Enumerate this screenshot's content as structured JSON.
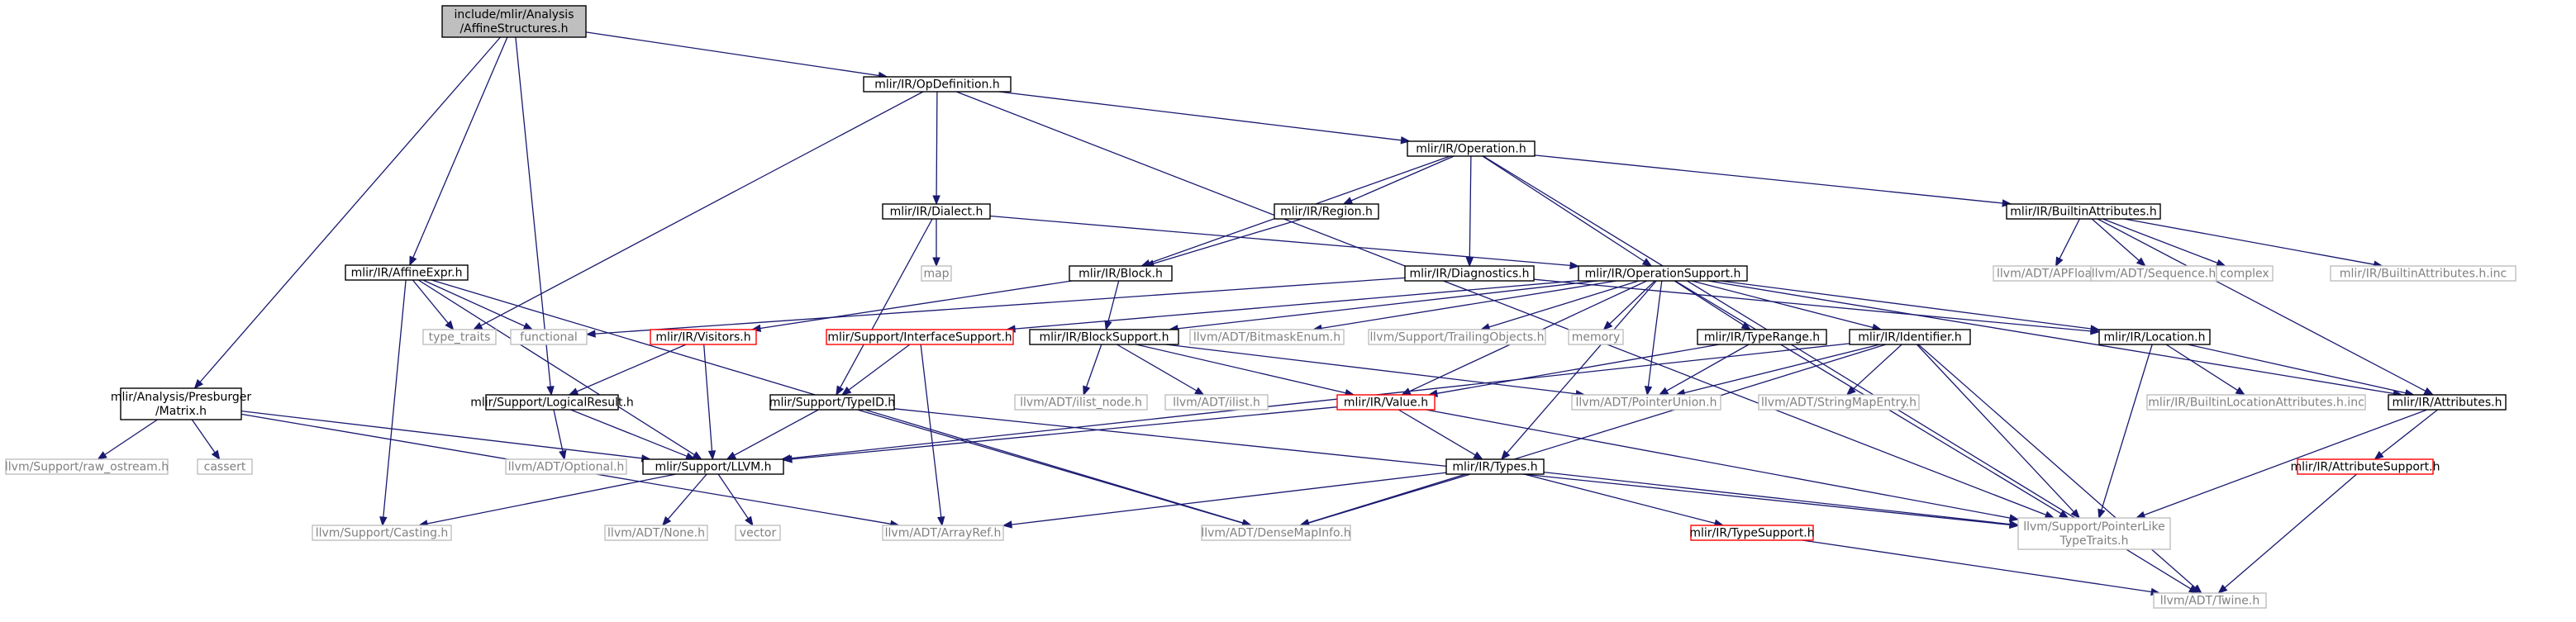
{
  "colors": {
    "edge": "#191970",
    "root_fill": "#bfbfbf",
    "documented_border": "#000000",
    "incomplete_border": "#ff0000",
    "external_border": "#bfbfbf",
    "external_text": "#808080"
  },
  "graph": {
    "nodes": [
      {
        "id": "root",
        "lines": [
          "include/mlir/Analysis",
          "/AffineStructures.h"
        ],
        "kind": "root"
      },
      {
        "id": "opdef",
        "lines": [
          "mlir/IR/OpDefinition.h"
        ],
        "kind": "black"
      },
      {
        "id": "presb",
        "lines": [
          "mlir/Analysis/Presburger",
          "/Matrix.h"
        ],
        "kind": "black"
      },
      {
        "id": "affexpr",
        "lines": [
          "mlir/IR/AffineExpr.h"
        ],
        "kind": "black"
      },
      {
        "id": "logres",
        "lines": [
          "mlir/Support/LogicalResult.h"
        ],
        "kind": "black"
      },
      {
        "id": "operation",
        "lines": [
          "mlir/IR/Operation.h"
        ],
        "kind": "black"
      },
      {
        "id": "dialect",
        "lines": [
          "mlir/IR/Dialect.h"
        ],
        "kind": "black"
      },
      {
        "id": "region",
        "lines": [
          "mlir/IR/Region.h"
        ],
        "kind": "black"
      },
      {
        "id": "builtinattr",
        "lines": [
          "mlir/IR/BuiltinAttributes.h"
        ],
        "kind": "black"
      },
      {
        "id": "map",
        "lines": [
          "map"
        ],
        "kind": "gray"
      },
      {
        "id": "block",
        "lines": [
          "mlir/IR/Block.h"
        ],
        "kind": "black"
      },
      {
        "id": "diag",
        "lines": [
          "mlir/IR/Diagnostics.h"
        ],
        "kind": "black"
      },
      {
        "id": "opsupport",
        "lines": [
          "mlir/IR/OperationSupport.h"
        ],
        "kind": "black"
      },
      {
        "id": "apfloat",
        "lines": [
          "llvm/ADT/APFloat.h"
        ],
        "kind": "gray"
      },
      {
        "id": "sequence",
        "lines": [
          "llvm/ADT/Sequence.h"
        ],
        "kind": "gray"
      },
      {
        "id": "complex",
        "lines": [
          "complex"
        ],
        "kind": "gray"
      },
      {
        "id": "builtininc",
        "lines": [
          "mlir/IR/BuiltinAttributes.h.inc"
        ],
        "kind": "gray"
      },
      {
        "id": "typetraits",
        "lines": [
          "type_traits"
        ],
        "kind": "gray"
      },
      {
        "id": "functional",
        "lines": [
          "functional"
        ],
        "kind": "gray"
      },
      {
        "id": "visitors",
        "lines": [
          "mlir/IR/Visitors.h"
        ],
        "kind": "red"
      },
      {
        "id": "ifsupport",
        "lines": [
          "mlir/Support/InterfaceSupport.h"
        ],
        "kind": "red"
      },
      {
        "id": "blocksupport",
        "lines": [
          "mlir/IR/BlockSupport.h"
        ],
        "kind": "black"
      },
      {
        "id": "bitmask",
        "lines": [
          "llvm/ADT/BitmaskEnum.h"
        ],
        "kind": "gray"
      },
      {
        "id": "trailing",
        "lines": [
          "llvm/Support/TrailingObjects.h"
        ],
        "kind": "gray"
      },
      {
        "id": "memory",
        "lines": [
          "memory"
        ],
        "kind": "gray"
      },
      {
        "id": "typerange",
        "lines": [
          "mlir/IR/TypeRange.h"
        ],
        "kind": "black"
      },
      {
        "id": "identifier",
        "lines": [
          "mlir/IR/Identifier.h"
        ],
        "kind": "black"
      },
      {
        "id": "location",
        "lines": [
          "mlir/IR/Location.h"
        ],
        "kind": "black"
      },
      {
        "id": "rawostream",
        "lines": [
          "llvm/Support/raw_ostream.h"
        ],
        "kind": "gray"
      },
      {
        "id": "cassert",
        "lines": [
          "cassert"
        ],
        "kind": "gray"
      },
      {
        "id": "typeid",
        "lines": [
          "mlir/Support/TypeID.h"
        ],
        "kind": "black"
      },
      {
        "id": "ilistnode",
        "lines": [
          "llvm/ADT/ilist_node.h"
        ],
        "kind": "gray"
      },
      {
        "id": "ilist",
        "lines": [
          "llvm/ADT/ilist.h"
        ],
        "kind": "gray"
      },
      {
        "id": "value",
        "lines": [
          "mlir/IR/Value.h"
        ],
        "kind": "red"
      },
      {
        "id": "ptrunion",
        "lines": [
          "llvm/ADT/PointerUnion.h"
        ],
        "kind": "gray"
      },
      {
        "id": "stringmap",
        "lines": [
          "llvm/ADT/StringMapEntry.h"
        ],
        "kind": "gray"
      },
      {
        "id": "builtinloc",
        "lines": [
          "mlir/IR/BuiltinLocationAttributes.h.inc"
        ],
        "kind": "gray"
      },
      {
        "id": "attributes",
        "lines": [
          "mlir/IR/Attributes.h"
        ],
        "kind": "black"
      },
      {
        "id": "optional",
        "lines": [
          "llvm/ADT/Optional.h"
        ],
        "kind": "gray"
      },
      {
        "id": "llvmh",
        "lines": [
          "mlir/Support/LLVM.h"
        ],
        "kind": "black"
      },
      {
        "id": "types",
        "lines": [
          "mlir/IR/Types.h"
        ],
        "kind": "black"
      },
      {
        "id": "attrsupport",
        "lines": [
          "mlir/IR/AttributeSupport.h"
        ],
        "kind": "red"
      },
      {
        "id": "casting",
        "lines": [
          "llvm/Support/Casting.h"
        ],
        "kind": "gray"
      },
      {
        "id": "none",
        "lines": [
          "llvm/ADT/None.h"
        ],
        "kind": "gray"
      },
      {
        "id": "vector",
        "lines": [
          "vector"
        ],
        "kind": "gray"
      },
      {
        "id": "arrayref",
        "lines": [
          "llvm/ADT/ArrayRef.h"
        ],
        "kind": "gray"
      },
      {
        "id": "densemap",
        "lines": [
          "llvm/ADT/DenseMapInfo.h"
        ],
        "kind": "gray"
      },
      {
        "id": "typesupport",
        "lines": [
          "mlir/IR/TypeSupport.h"
        ],
        "kind": "red"
      },
      {
        "id": "ptrlike",
        "lines": [
          "llvm/Support/PointerLike",
          "TypeTraits.h"
        ],
        "kind": "gray"
      },
      {
        "id": "twine",
        "lines": [
          "llvm/ADT/Twine.h"
        ],
        "kind": "gray"
      }
    ],
    "edges": [
      [
        "root",
        "opdef"
      ],
      [
        "root",
        "presb"
      ],
      [
        "root",
        "affexpr"
      ],
      [
        "root",
        "logres"
      ],
      [
        "opdef",
        "operation"
      ],
      [
        "opdef",
        "dialect"
      ],
      [
        "opdef",
        "typetraits"
      ],
      [
        "opdef",
        "ptrlike"
      ],
      [
        "operation",
        "region"
      ],
      [
        "operation",
        "block"
      ],
      [
        "operation",
        "diag"
      ],
      [
        "operation",
        "opsupport"
      ],
      [
        "operation",
        "builtinattr"
      ],
      [
        "operation",
        "twine"
      ],
      [
        "dialect",
        "map"
      ],
      [
        "dialect",
        "opsupport"
      ],
      [
        "dialect",
        "typeid"
      ],
      [
        "region",
        "block"
      ],
      [
        "builtinattr",
        "apfloat"
      ],
      [
        "builtinattr",
        "sequence"
      ],
      [
        "builtinattr",
        "complex"
      ],
      [
        "builtinattr",
        "builtininc"
      ],
      [
        "builtinattr",
        "attributes"
      ],
      [
        "block",
        "blocksupport"
      ],
      [
        "block",
        "visitors"
      ],
      [
        "diag",
        "functional"
      ],
      [
        "diag",
        "location"
      ],
      [
        "opsupport",
        "ifsupport"
      ],
      [
        "opsupport",
        "blocksupport"
      ],
      [
        "opsupport",
        "bitmask"
      ],
      [
        "opsupport",
        "trailing"
      ],
      [
        "opsupport",
        "memory"
      ],
      [
        "opsupport",
        "typerange"
      ],
      [
        "opsupport",
        "identifier"
      ],
      [
        "opsupport",
        "location"
      ],
      [
        "opsupport",
        "attributes"
      ],
      [
        "opsupport",
        "ptrunion"
      ],
      [
        "opsupport",
        "value"
      ],
      [
        "opsupport",
        "types"
      ],
      [
        "opsupport",
        "ptrlike"
      ],
      [
        "affexpr",
        "typetraits"
      ],
      [
        "affexpr",
        "functional"
      ],
      [
        "affexpr",
        "casting"
      ],
      [
        "affexpr",
        "llvmh"
      ],
      [
        "affexpr",
        "densemap"
      ],
      [
        "presb",
        "rawostream"
      ],
      [
        "presb",
        "cassert"
      ],
      [
        "presb",
        "llvmh"
      ],
      [
        "presb",
        "arrayref"
      ],
      [
        "logres",
        "optional"
      ],
      [
        "logres",
        "llvmh"
      ],
      [
        "visitors",
        "logres"
      ],
      [
        "visitors",
        "llvmh"
      ],
      [
        "ifsupport",
        "typeid"
      ],
      [
        "ifsupport",
        "arrayref"
      ],
      [
        "blocksupport",
        "ilistnode"
      ],
      [
        "blocksupport",
        "ilist"
      ],
      [
        "blocksupport",
        "value"
      ],
      [
        "blocksupport",
        "ptrunion"
      ],
      [
        "typerange",
        "value"
      ],
      [
        "typerange",
        "ptrunion"
      ],
      [
        "identifier",
        "stringmap"
      ],
      [
        "identifier",
        "ptrunion"
      ],
      [
        "identifier",
        "llvmh"
      ],
      [
        "identifier",
        "densemap"
      ],
      [
        "identifier",
        "ptrlike"
      ],
      [
        "identifier",
        "twine"
      ],
      [
        "location",
        "builtinloc"
      ],
      [
        "location",
        "attributes"
      ],
      [
        "location",
        "ptrlike"
      ],
      [
        "attributes",
        "attrsupport"
      ],
      [
        "attributes",
        "ptrlike"
      ],
      [
        "attrsupport",
        "twine"
      ],
      [
        "typeid",
        "llvmh"
      ],
      [
        "typeid",
        "densemap"
      ],
      [
        "typeid",
        "ptrlike"
      ],
      [
        "value",
        "types"
      ],
      [
        "value",
        "llvmh"
      ],
      [
        "value",
        "ptrlike"
      ],
      [
        "llvmh",
        "casting"
      ],
      [
        "llvmh",
        "none"
      ],
      [
        "llvmh",
        "vector"
      ],
      [
        "types",
        "typesupport"
      ],
      [
        "types",
        "arrayref"
      ],
      [
        "types",
        "densemap"
      ],
      [
        "types",
        "ptrlike"
      ],
      [
        "typesupport",
        "twine"
      ]
    ]
  }
}
